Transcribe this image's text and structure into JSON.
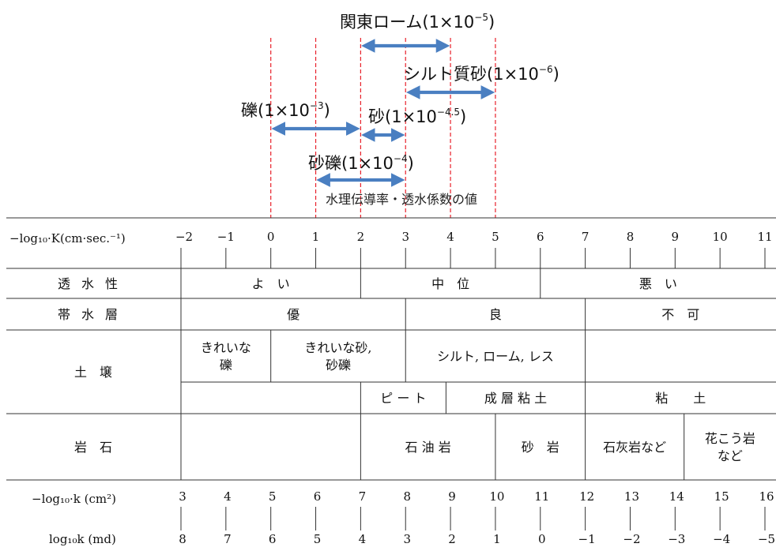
{
  "annotations": {
    "ranges": [
      {
        "label": "関東ローム",
        "coef": "1×10",
        "exp": "−5",
        "from": 2,
        "to": 4
      },
      {
        "label": "シルト質砂",
        "coef": "1×10",
        "exp": "−6",
        "from": 3,
        "to": 5
      },
      {
        "label": "礫",
        "coef": "1×10",
        "exp": "−3",
        "from": 0,
        "to": 2
      },
      {
        "label": "砂",
        "coef": "1×10",
        "exp": "−4.5",
        "from": 2,
        "to": 3
      },
      {
        "label": "砂礫",
        "coef": "1×10",
        "exp": "−4",
        "from": 1,
        "to": 3
      }
    ],
    "caption": "水理伝導率・透水係数の値",
    "guide_values": [
      0,
      1,
      2,
      3,
      4,
      5
    ],
    "paren_open": "(",
    "paren_close": ")",
    "colors": {
      "arrow": "#4a7fc1",
      "guide": "#e8202a"
    }
  },
  "table": {
    "scale_label": "−log₁₀·K(cm·sec.⁻¹)",
    "scale_min": -2,
    "scale_max": 11,
    "top_ticks": [
      "−2",
      "−1",
      "0",
      "1",
      "2",
      "3",
      "4",
      "5",
      "6",
      "7",
      "8",
      "9",
      "10",
      "11"
    ],
    "rows": [
      {
        "name": "透水性",
        "segments": [
          {
            "text": "よ　い",
            "from": -2,
            "to": 2
          },
          {
            "text": "中　位",
            "from": 2,
            "to": 6
          },
          {
            "text": "悪　い",
            "from": 6,
            "to": 11
          }
        ]
      },
      {
        "name": "帯水層",
        "segments": [
          {
            "text": "優",
            "from": -2,
            "to": 3
          },
          {
            "text": "良",
            "from": 3,
            "to": 7
          },
          {
            "text": "不　可",
            "from": 7,
            "to": 11
          }
        ]
      },
      {
        "name": "土　壌",
        "sub1": [
          {
            "lines": [
              "きれいな",
              "礫"
            ],
            "from": -2,
            "to": 0
          },
          {
            "lines": [
              "きれいな砂,",
              "砂礫"
            ],
            "from": 0,
            "to": 3
          },
          {
            "lines": [
              "シルト, ローム, レス"
            ],
            "from": 3,
            "to": 7
          },
          {
            "lines": [
              ""
            ],
            "from": 7,
            "to": 11
          }
        ],
        "sub2": [
          {
            "text": "",
            "from": -2,
            "to": 2
          },
          {
            "text": "ピ ー ト",
            "from": 2,
            "to": 3.9
          },
          {
            "text": "成 層 粘 土",
            "from": 3.9,
            "to": 7
          },
          {
            "text": "粘　　土",
            "from": 7,
            "to": 11
          }
        ]
      },
      {
        "name": "岩　石",
        "segments": [
          {
            "lines": [
              ""
            ],
            "from": -2,
            "to": 2
          },
          {
            "lines": [
              "石 油 岩"
            ],
            "from": 2,
            "to": 5
          },
          {
            "lines": [
              "砂　岩"
            ],
            "from": 5,
            "to": 7
          },
          {
            "lines": [
              "石灰岩など"
            ],
            "from": 7,
            "to": 9.2
          },
          {
            "lines": [
              "花こう岩",
              "など"
            ],
            "from": 9.2,
            "to": 11
          }
        ]
      }
    ],
    "bottom_label_1": "−log₁₀·k (cm²)",
    "bottom_ticks_1": [
      "3",
      "4",
      "5",
      "6",
      "7",
      "8",
      "9",
      "10",
      "11",
      "12",
      "13",
      "14",
      "15",
      "16"
    ],
    "bottom_label_2": "log₁₀k (md)",
    "bottom_ticks_2": [
      "8",
      "7",
      "6",
      "5",
      "4",
      "3",
      "2",
      "1",
      "0",
      "−1",
      "−2",
      "−3",
      "−4",
      "−5"
    ]
  }
}
